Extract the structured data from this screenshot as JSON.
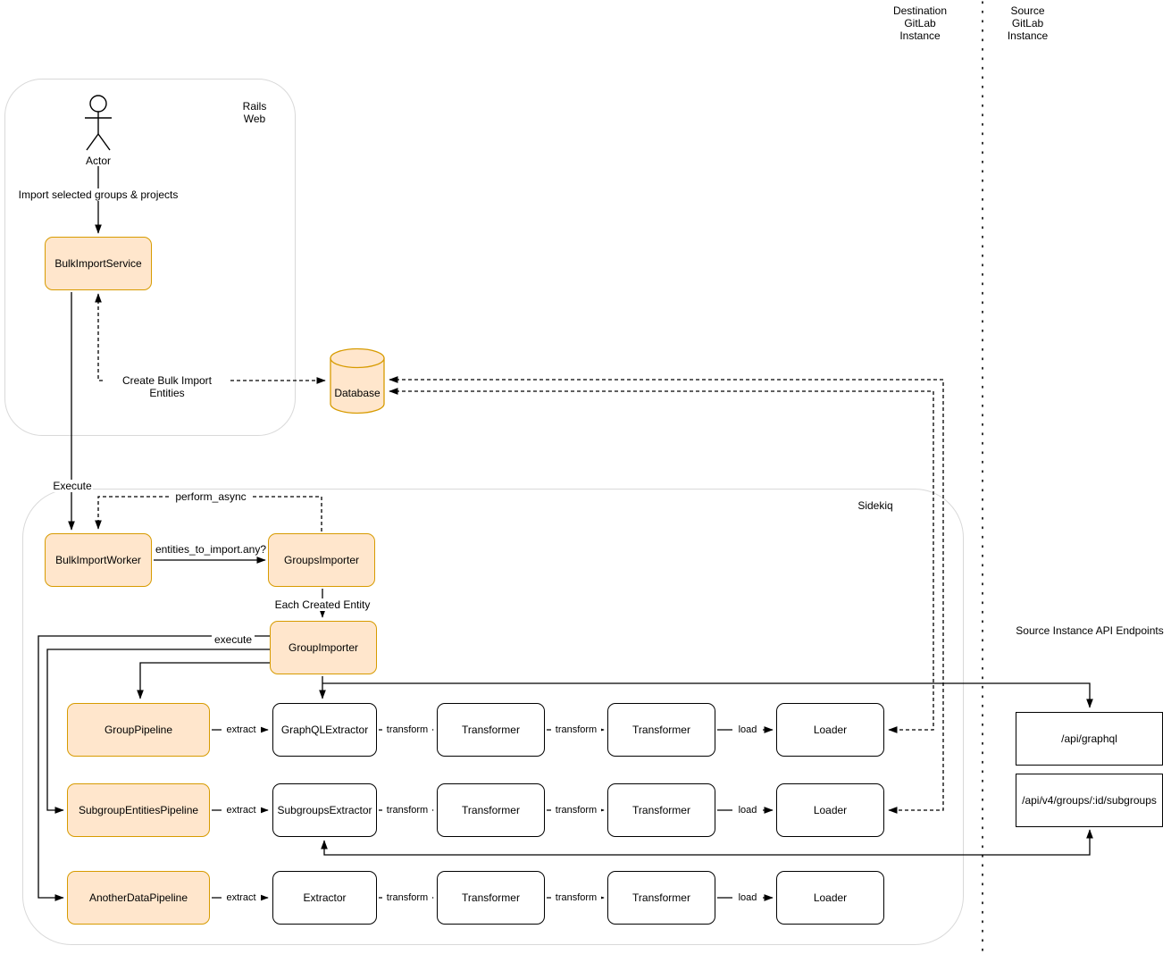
{
  "regions": {
    "destination_lines": [
      "Destination",
      "GitLab",
      "Instance"
    ],
    "source_lines": [
      "Source",
      "GitLab",
      "Instance"
    ],
    "api_title": "Source Instance API Endpoints"
  },
  "containers": {
    "rails_lines": [
      "Rails",
      "Web"
    ],
    "sidekiq": "Sidekiq"
  },
  "actor": {
    "label": "Actor"
  },
  "nodes": {
    "bulk_import_service": "BulkImportService",
    "database": "Database",
    "bulk_import_worker": "BulkImportWorker",
    "groups_importer": "GroupsImporter",
    "group_importer": "GroupImporter"
  },
  "pipelines": [
    {
      "pipeline": "GroupPipeline",
      "extractor": "GraphQLExtractor",
      "transformer1": "Transformer",
      "transformer2": "Transformer",
      "loader": "Loader"
    },
    {
      "pipeline": "SubgroupEntitiesPipeline",
      "extractor": "SubgroupsExtractor",
      "transformer1": "Transformer",
      "transformer2": "Transformer",
      "loader": "Loader"
    },
    {
      "pipeline": "AnotherDataPipeline",
      "extractor": "Extractor",
      "transformer1": "Transformer",
      "transformer2": "Transformer",
      "loader": "Loader"
    }
  ],
  "endpoints": {
    "graphql": "/api/graphql",
    "subgroups": "/api/v4/groups/:id/subgroups"
  },
  "edge_labels": {
    "import_selected": "Import selected groups & projects",
    "create_entities": "Create Bulk Import Entities",
    "execute": "Execute",
    "perform_async": "perform_async",
    "entities_any": "entities_to_import.any?",
    "each_created": "Each Created Entity",
    "execute_inner": "execute",
    "extract": "extract",
    "transform": "transform",
    "load": "load"
  },
  "colors": {
    "node_fill": "#FFE6CC",
    "node_stroke": "#D79B00",
    "container_stroke": "#D9D9D9",
    "line": "#000000"
  }
}
